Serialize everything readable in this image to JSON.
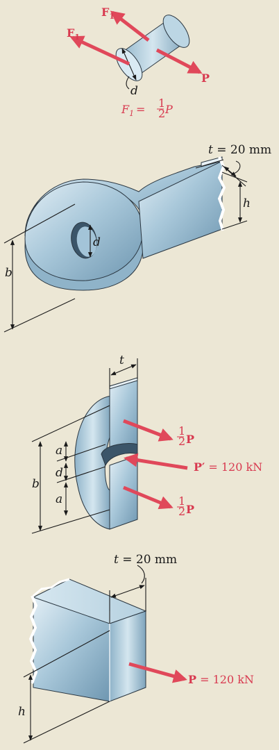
{
  "fig1": {
    "F1_top": "F",
    "F1_top_sub": "1",
    "F1_left": "F",
    "F1_left_sub": "1",
    "P": "P",
    "d": "d",
    "eq_F": "F",
    "eq_sub": "1",
    "eq_equals": " = ",
    "eq_num": "1",
    "eq_den": "2",
    "eq_P": "P"
  },
  "fig2": {
    "t_label": "t",
    "t_equals": " = 20 mm",
    "h": "h",
    "d": "d",
    "b": "b"
  },
  "fig3": {
    "t": "t",
    "a_top": "a",
    "d": "d",
    "a_bottom": "a",
    "b": "b",
    "half_num_top": "1",
    "half_den_top": "2",
    "P_top": "P",
    "P_prime": "P′",
    "P_prime_value": " = 120 kN",
    "half_num_bot": "1",
    "half_den_bot": "2",
    "P_bot": "P"
  },
  "fig4": {
    "t_label": "t",
    "t_equals": " = 20 mm",
    "P": "P",
    "P_value": " = 120 kN",
    "h": "h"
  },
  "colors": {
    "background": "#ece7d5",
    "force_arrow": "#e0485a",
    "steel_light": "#cfe3ee",
    "steel_dark": "#7fa6c0"
  }
}
